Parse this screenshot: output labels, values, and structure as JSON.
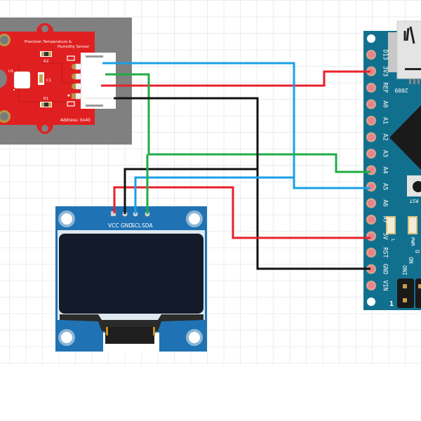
{
  "diagram": {
    "title": "Arduino Nano + SHT21 sensor + I2C OLED wiring",
    "colors": {
      "wire_vcc": "#e8202a",
      "wire_gnd": "#111111",
      "wire_scl": "#1aa0e6",
      "wire_sda": "#1fae45",
      "sensor_pcb": "#e02020",
      "sensor_bg": "#808080",
      "oled_pcb": "#1f73b4",
      "oled_screen": "#131a2a",
      "arduino_pcb": "#12708f",
      "pin_pad": "#e9808a",
      "grid": "#e8ecf2"
    }
  },
  "sensor": {
    "title_line1": "Precision Temperature &",
    "title_line2": "Humidity Sensor",
    "address": "Address: 0x40",
    "labels": {
      "u1": "U1",
      "r1": "R1",
      "r2": "R2",
      "c1": "C1"
    }
  },
  "oled": {
    "pins": [
      "VCC",
      "GND",
      "SCL",
      "SDA"
    ]
  },
  "arduino": {
    "pins": [
      "D13",
      "3V3",
      "REF",
      "A0",
      "A1",
      "A2",
      "A3",
      "A4",
      "A5",
      "A6",
      "A7",
      "5V",
      "RST",
      "GND",
      "VIN"
    ],
    "chip_label": "2009",
    "led_l": "L",
    "led_pwr": "PWR",
    "rst_label": "RST",
    "side_text": [
      "O",
      "ON",
      "ONI"
    ],
    "header_label": "1"
  },
  "wires": [
    {
      "name": "sensor-vcc-to-3v3",
      "color": "wire_vcc",
      "from": "sensor VCC",
      "to": "arduino 3V3"
    },
    {
      "name": "sensor-scl-to-a5",
      "color": "wire_scl",
      "from": "sensor SCL",
      "to": "arduino A5"
    },
    {
      "name": "sensor-sda-to-a4",
      "color": "wire_sda",
      "from": "sensor SDA",
      "to": "arduino A4"
    },
    {
      "name": "sensor-gnd-to-gnd",
      "color": "wire_gnd",
      "from": "sensor GND",
      "to": "arduino GND"
    },
    {
      "name": "oled-vcc-to-5v",
      "color": "wire_vcc",
      "from": "oled VCC",
      "to": "arduino 5V"
    },
    {
      "name": "oled-gnd-to-gnd",
      "color": "wire_gnd",
      "from": "oled GND",
      "to": "arduino GND"
    },
    {
      "name": "oled-scl-to-a5",
      "color": "wire_scl",
      "from": "oled SCL",
      "to": "arduino A5"
    },
    {
      "name": "oled-sda-to-a4",
      "color": "wire_sda",
      "from": "oled SDA",
      "to": "arduino A4"
    }
  ]
}
